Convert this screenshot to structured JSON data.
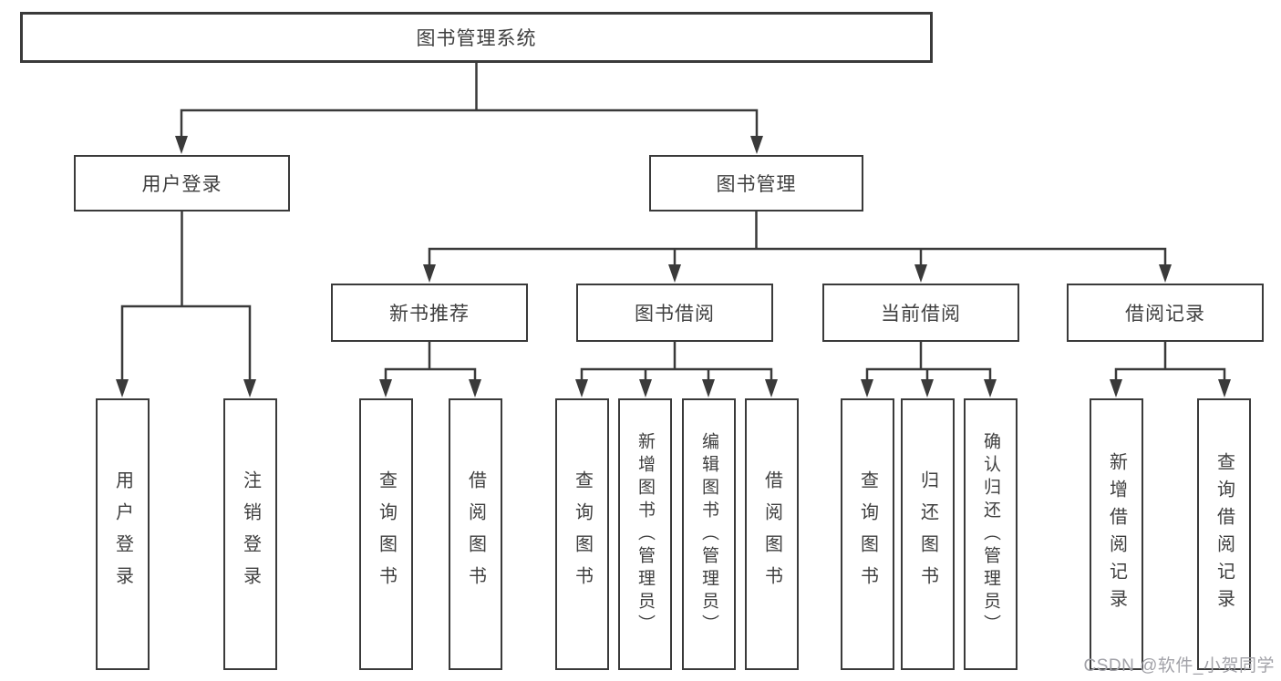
{
  "tree": {
    "label": "图书管理系统",
    "children": [
      {
        "label": "用户登录",
        "children": [
          {
            "label": "用户登录"
          },
          {
            "label": "注销登录"
          }
        ]
      },
      {
        "label": "图书管理",
        "children": [
          {
            "label": "新书推荐",
            "children": [
              {
                "label": "查询图书"
              },
              {
                "label": "借阅图书"
              }
            ]
          },
          {
            "label": "图书借阅",
            "children": [
              {
                "label": "查询图书"
              },
              {
                "label": "新增图书（管理员）"
              },
              {
                "label": "编辑图书（管理员）"
              },
              {
                "label": "借阅图书"
              }
            ]
          },
          {
            "label": "当前借阅",
            "children": [
              {
                "label": "查询图书"
              },
              {
                "label": "归还图书"
              },
              {
                "label": "确认归还（管理员）"
              }
            ]
          },
          {
            "label": "借阅记录",
            "children": [
              {
                "label": "新增借阅记录"
              },
              {
                "label": "查询借阅记录"
              }
            ]
          }
        ]
      }
    ]
  },
  "watermark": {
    "text": "CSDN @软件_小贺同学"
  },
  "colors": {
    "line": "#3a3a3a",
    "box_border": "#3a3a3a",
    "box_background": "#ffffff",
    "text": "#3f3f3f",
    "watermark": "#a2a2a8",
    "page_background": "#ffffff"
  }
}
